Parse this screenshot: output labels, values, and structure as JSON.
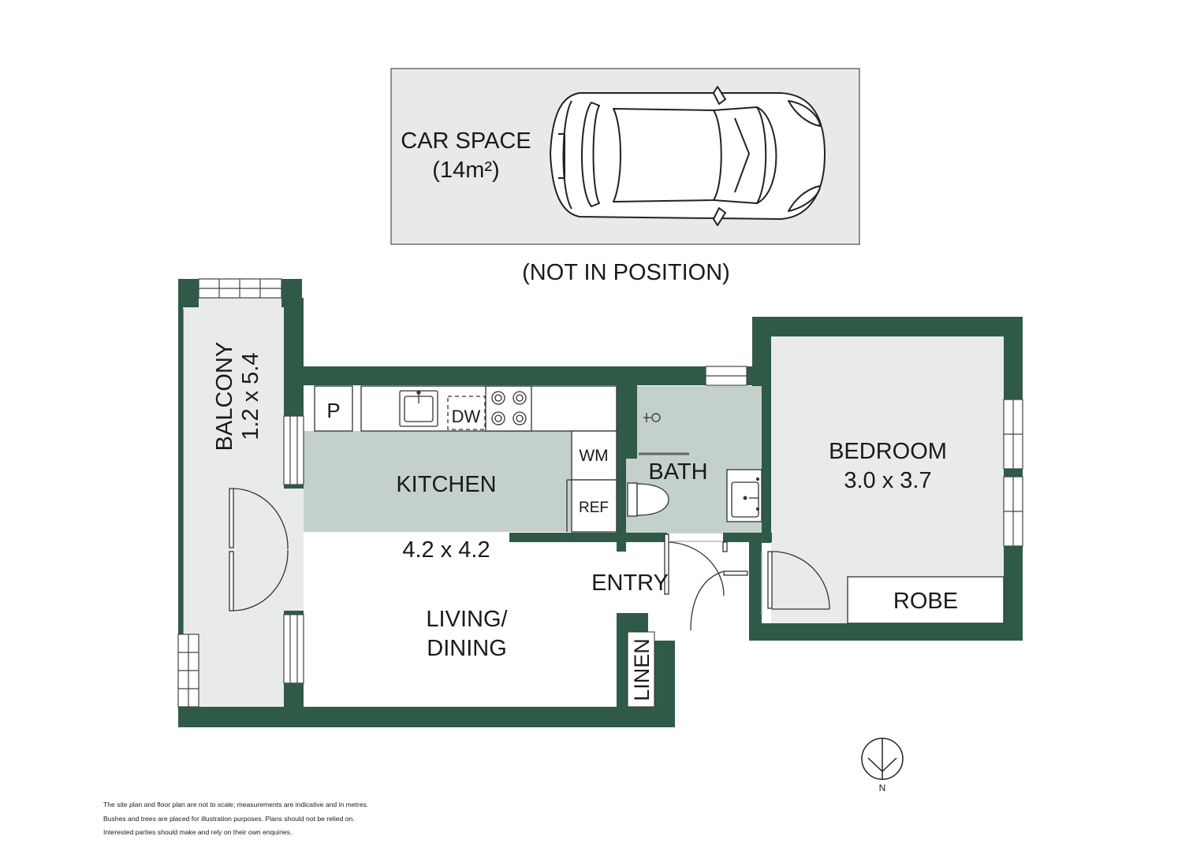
{
  "car_space": {
    "label": "CAR SPACE",
    "area": "(14m²)",
    "note": "(NOT IN POSITION)"
  },
  "rooms": {
    "balcony": {
      "name": "BALCONY",
      "size": "1.2 x 5.4"
    },
    "kitchen": {
      "name": "KITCHEN",
      "size": "4.2 x 4.2"
    },
    "living": {
      "line1": "LIVING/",
      "line2": "DINING"
    },
    "bath": {
      "name": "BATH"
    },
    "entry": {
      "name": "ENTRY"
    },
    "bedroom": {
      "name": "BEDROOM",
      "size": "3.0 x 3.7"
    },
    "robe": {
      "name": "ROBE"
    },
    "linen": {
      "name": "LINEN"
    }
  },
  "fixtures": {
    "pantry": "P",
    "dishwasher": "DW",
    "washing_machine": "WM",
    "fridge": "REF"
  },
  "compass": {
    "label": "N"
  },
  "disclaimer": [
    "The site plan and floor plan are not to scale; measurements are indicative and in metres.",
    "Bushes and trees are placed for illustration purposes. Plans should not be relied on.",
    "Interested parties should make and rely on their own enquiries."
  ],
  "colors": {
    "wall": "#2f5a47",
    "wet_area": "#c4d1cb",
    "room_fill": "#e9eaeb",
    "car_space_fill": "#e8e9e9"
  }
}
